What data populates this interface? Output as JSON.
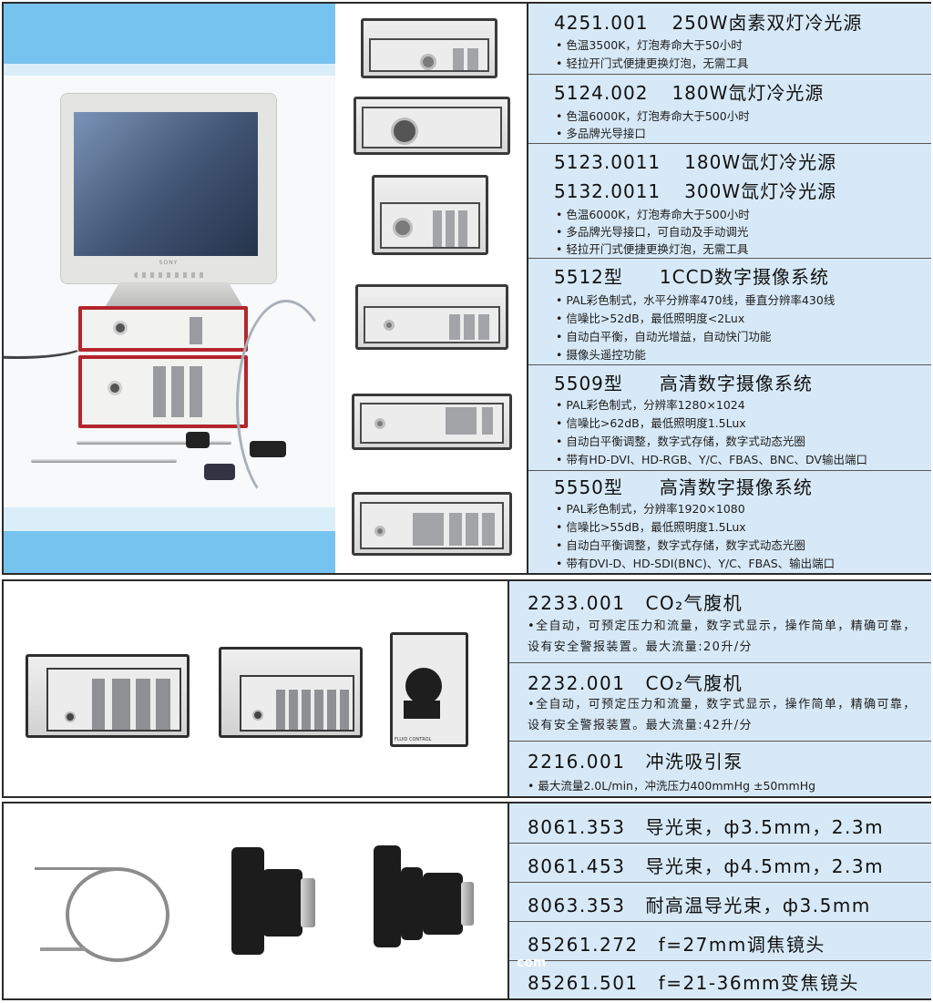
{
  "section_light_video": {
    "hero_image": {
      "description": "endoscopy tower with monitor, light source, camera control unit and endoscopes",
      "monitor_brand": "SONY"
    },
    "products": [
      {
        "code": "4251.001",
        "name": "250W卤素双灯冷光源",
        "bullets": [
          "• 色温3500K，灯泡寿命大于50小时",
          "• 轻拉开门式便捷更换灯泡，无需工具"
        ]
      },
      {
        "code": "5124.002",
        "name": "180W氙灯冷光源",
        "bullets": [
          "• 色温6000K，灯泡寿命大于500小时",
          "• 多品牌光导接口"
        ]
      },
      {
        "code": "5123.0011",
        "name": "180W氙灯冷光源",
        "code2": "5132.0011",
        "name2": "300W氙灯冷光源",
        "bullets": [
          "• 色温6000K，灯泡寿命大于500小时",
          "• 多品牌光导接口，可自动及手动调光",
          "• 轻拉开门式便捷更换灯泡，无需工具"
        ]
      },
      {
        "code": "5512型",
        "name": "1CCD数字摄像系统",
        "bullets": [
          "• PAL彩色制式，水平分辨率470线，垂直分辨率430线",
          "• 信噪比>52dB，最低照明度<2Lux",
          "• 自动白平衡，自动光增益，自动快门功能",
          "• 摄像头遥控功能"
        ]
      },
      {
        "code": "5509型",
        "name": "高清数字摄像系统",
        "bullets": [
          "• PAL彩色制式，分辨率1280×1024",
          "• 信噪比>62dB，最低照明度1.5Lux",
          "• 自动白平衡调整，数字式存储，数字式动态光圈",
          "• 带有HD-DVI、HD-RGB、Y/C、FBAS、BNC、DV输出端口"
        ]
      },
      {
        "code": "5550型",
        "name": "高清数字摄像系统",
        "bullets": [
          "• PAL彩色制式，分辨率1920×1080",
          "• 信噪比>55dB，最低照明度1.5Lux",
          "• 自动白平衡调整，数字式存储，数字式动态光圈",
          "• 带有DVI-D、HD-SDI(BNC)、Y/C、FBAS、输出端口"
        ]
      }
    ]
  },
  "section_insufflation": {
    "products": [
      {
        "code": "2233.001",
        "name": "CO₂气腹机",
        "description": "•全自动，可预定压力和流量，数字式显示，操作简单，精确可靠，设有安全警报装置。最大流量:20升/分"
      },
      {
        "code": "2232.001",
        "name": "CO₂气腹机",
        "description": "•全自动，可预定压力和流量，数字式显示，操作简单，精确可靠，设有安全警报装置。最大流量:42升/分"
      },
      {
        "code": "2216.001",
        "name": "冲洗吸引泵",
        "description": "• 最大流量2.0L/min，冲洗压力400mmHg ±50mmHg"
      }
    ],
    "pump_label": "FLUID CONTROL"
  },
  "section_accessories": {
    "products": [
      {
        "code": "8061.353",
        "name": "导光束，ф3.5mm，2.3m"
      },
      {
        "code": "8061.453",
        "name": "导光束，ф4.5mm，2.3m"
      },
      {
        "code": "8063.353",
        "name": "耐高温导光束，ф3.5mm"
      },
      {
        "code": "85261.272",
        "name": "f=27mm调焦镜头"
      },
      {
        "code": "85261.501",
        "name": "f=21-36mm变焦镜头"
      }
    ],
    "watermark": "com"
  },
  "colors": {
    "spec_background": "#d7e9f7",
    "hero_band": "#77c3ef",
    "hero_band_light": "#d9eef9",
    "unit_red": "#b3262c",
    "border": "#2b2b2b"
  }
}
